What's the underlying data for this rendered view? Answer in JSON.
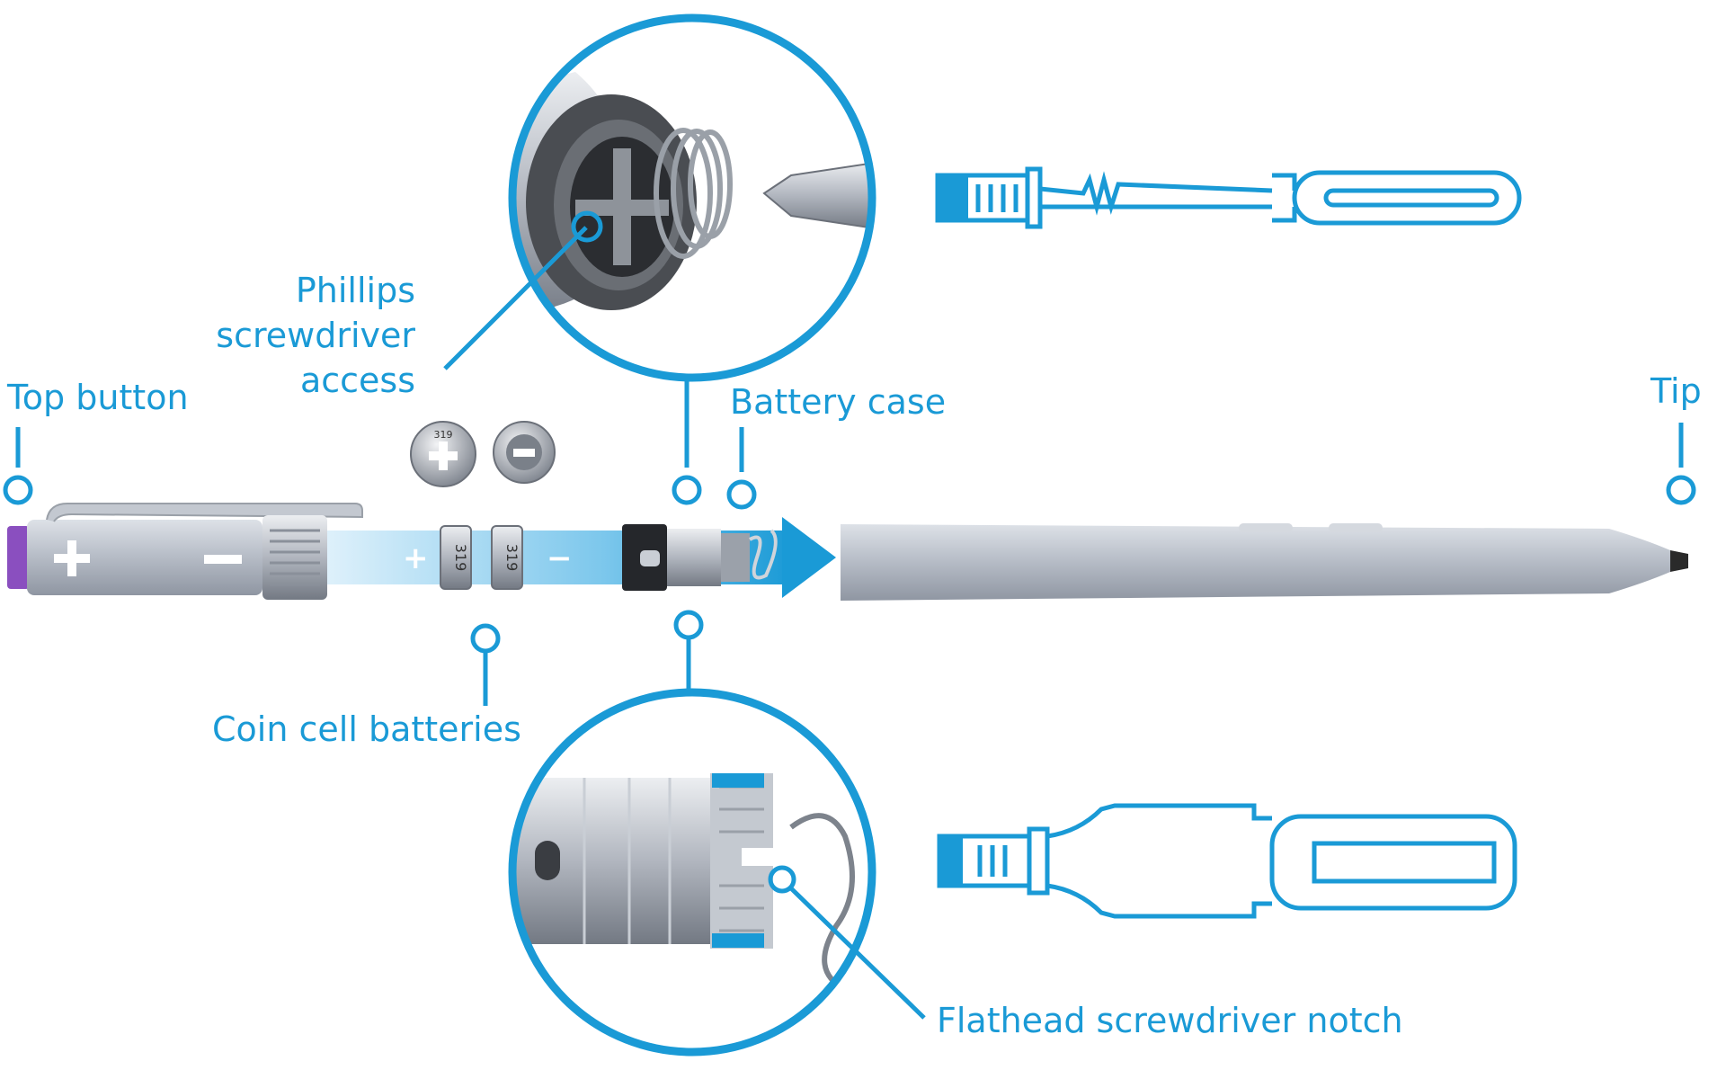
{
  "colors": {
    "accent_blue": "#1a9ad6",
    "pen_body": "#b8bec8",
    "pen_purple": "#8a4fbf",
    "dark": "#2a2a2a"
  },
  "labels": {
    "top_button": "Top button",
    "phillips_line1": "Phillips",
    "phillips_line2": "screwdriver",
    "phillips_line3": "access",
    "battery_case": "Battery case",
    "tip": "Tip",
    "coin_cell_batteries": "Coin cell batteries",
    "flathead_notch": "Flathead screwdriver notch"
  },
  "battery_markings": {
    "battery_1": "319",
    "battery_2": "319",
    "coin_plus": "319"
  },
  "polarity": {
    "plus": "+",
    "minus": "−"
  },
  "icons": [
    "phillips-screwdriver-icon",
    "flathead-screwdriver-icon",
    "coin-cell-plus-icon",
    "coin-cell-minus-icon"
  ]
}
